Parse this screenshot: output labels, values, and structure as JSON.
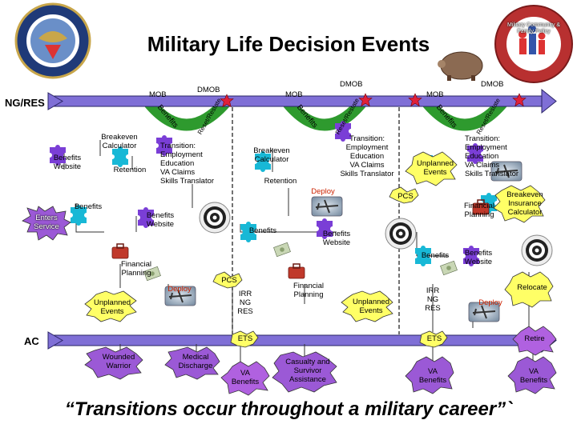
{
  "title": "Military Life Decision Events",
  "quote": "“Transitions occur throughout a military career”`",
  "lanes": {
    "top": "NG/RES",
    "bottom": "AC"
  },
  "logos": {
    "dod_seal": "seal-icon",
    "community_logo": {
      "text": "Military Community & Family Policy",
      "icon": "family-logo-icon"
    }
  },
  "colors": {
    "timeline": "#7f6fd6",
    "arc_green": "#2e9a2e",
    "puzzle_purple": "#7a3ed6",
    "puzzle_cyan": "#18b8d6",
    "star_red": "#e0203a",
    "burst_yellow": "#ffff66",
    "burst_purple": "#9933cc",
    "burst_violet": "#a060d6"
  },
  "arcs": [
    {
      "mob": "MOB",
      "benefits": "Benefits",
      "dmob": "DMOB",
      "reset": "Reset/Restate"
    },
    {
      "mob": "MOB",
      "benefits": "Benefits",
      "dmob": "DMOB",
      "reset": "Reset/Restate"
    },
    {
      "mob": "MOB",
      "benefits": "Benefits",
      "dmob": "DMOB",
      "reset": "Reset/Restate"
    }
  ],
  "labels": {
    "breakeven1": "Breakeven\nCalculator",
    "benefits_website1": "Benefits\nWebsite",
    "retention1": "Retention",
    "transition1": "Transition:\nEmployment\nEducation\nVA Claims\nSkills Translator",
    "breakeven2": "Breakeven\nCalculator",
    "retention2": "Retention",
    "transition2": "Transition:\nEmployment\nEducation\nVA Claims\nSkills Translator",
    "unplanned_events_top": "Unplanned\nEvents",
    "transition3": "Transition:\nEmployment\nEducation\nVA Claims\nSkills Translator",
    "deploy_top": "Deploy",
    "pcs_top": "PCS",
    "financial_planning_top": "Financial\nPlanning",
    "breakeven_insurance": "Breakeven\nInsurance\nCalculator",
    "enters_service": "Enters\nService",
    "benefits_a": "Benefits",
    "benefits_website_a": "Benefits\nWebsite",
    "benefits_b": "Benefits",
    "benefits_website_b": "Benefits\nWebsite",
    "benefits_c": "Benefits",
    "benefits_website_c": "Benefits\nWebsite",
    "financial_planning_left": "Financial\nPlanning",
    "unplanned_events_left": "Unplanned\nEvents",
    "deploy_mid1": "Deploy",
    "pcs_mid": "PCS",
    "irr1": "IRR\nNG\nRES",
    "financial_planning_mid": "Financial\nPlanning",
    "unplanned_events_mid": "Unplanned\nEvents",
    "irr2": "IRR\nNG\nRES",
    "deploy_right": "Deploy",
    "relocate": "Relocate",
    "ets1": "ETS",
    "ets2": "ETS",
    "retire": "Retire",
    "wounded_warrior": "Wounded\nWarrior",
    "medical_discharge": "Medical\nDischarge",
    "va_benefits1": "VA\nBenefits",
    "casualty": "Casualty and\nSurvivor\nAssistance",
    "va_benefits2": "VA\nBenefits",
    "va_benefits3": "VA\nBenefits"
  },
  "icons": [
    "puzzle-piece-icon",
    "star-icon",
    "target-icon",
    "airplane-icon",
    "briefcase-icon",
    "money-icon",
    "piggy-bank-icon"
  ]
}
